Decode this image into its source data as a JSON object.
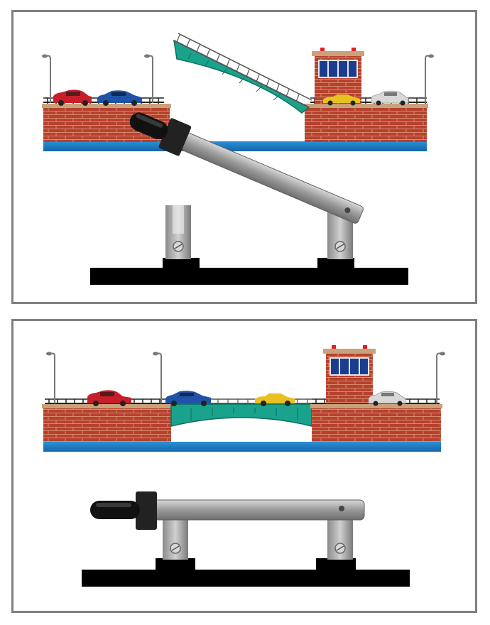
{
  "diagram": {
    "panels": [
      {
        "state": "open",
        "description_visible": false
      },
      {
        "state": "closed",
        "description_visible": false
      }
    ],
    "colors": {
      "brick": "#b5412e",
      "mortar": "#c9a27a",
      "water": "#1f7fc4",
      "bridge_deck": "#19a38c",
      "switch_blade": "#9e9e9e",
      "base": "#000000",
      "border": "#808080"
    },
    "cars": [
      "red-suv",
      "blue-sedan",
      "yellow-convertible",
      "white-hatchback"
    ]
  }
}
